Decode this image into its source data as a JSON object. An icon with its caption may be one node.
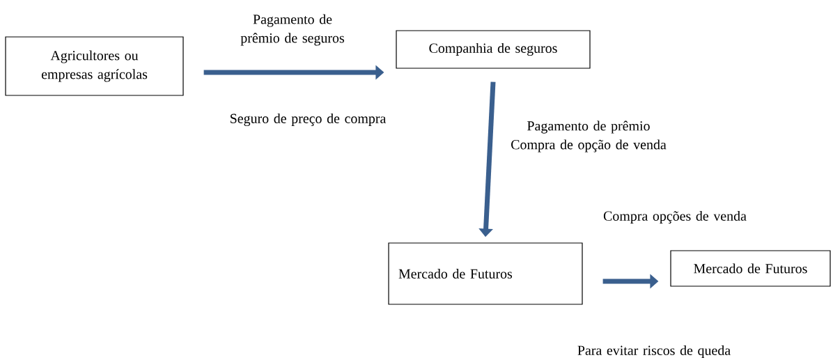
{
  "diagram": {
    "nodes": [
      {
        "text": [
          "Agricultores ou empresas agrícolas"
        ]
      },
      {
        "text": [
          "Companhia de seguros"
        ]
      },
      {
        "text": [
          "Mercado de Futuros"
        ]
      },
      {
        "text": [
          "Mercado de Futuros"
        ]
      }
    ],
    "edges": [
      {
        "from": 0,
        "to": 1,
        "arrow": "to",
        "label": "Pagamento de prêmio de seguros"
      },
      {
        "from": 1,
        "to": 2,
        "arrow": "to",
        "label": "Pagamento de prêmio Compra de opção de venda"
      },
      {
        "from": 2,
        "to": 3,
        "arrow": "to",
        "label": "Compra opções de venda"
      }
    ],
    "labels": [
      "Seguro de preço de compra",
      "Para evitar riscos de queda"
    ]
  }
}
